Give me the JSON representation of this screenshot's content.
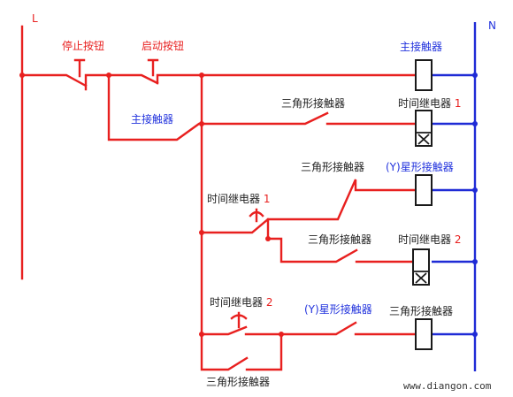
{
  "rails": {
    "left": "L",
    "right": "N"
  },
  "labels": {
    "stop_button": "停止按钮",
    "start_button": "启动按钮",
    "main_coil": "主接触器",
    "main_hold_contact": "主接触器",
    "delta_contact_1": "三角形接触器",
    "timer_coil_1_name": "时间继电器",
    "timer_coil_1_num": "1",
    "delta_contact_2": "三角形接触器",
    "star_coil_prefix": "(Y)",
    "star_coil_name": "星形接触器",
    "timer_contact_1_name": "时间继电器",
    "timer_contact_1_num": "1",
    "delta_contact_3": "三角形接触器",
    "timer_coil_2_name": "时间继电器",
    "timer_coil_2_num": "2",
    "timer_contact_2_name": "时间继电器",
    "timer_contact_2_num": "2",
    "star_contact_prefix": "(Y)",
    "star_contact_name": "星形接触器",
    "delta_coil": "三角形接触器",
    "delta_bottom_contact": "三角形接触器"
  },
  "watermark": "www.diangon.com",
  "colors": {
    "control": "#e8201f",
    "power": "#1f2bd6",
    "coil": "#1a1a1a"
  }
}
